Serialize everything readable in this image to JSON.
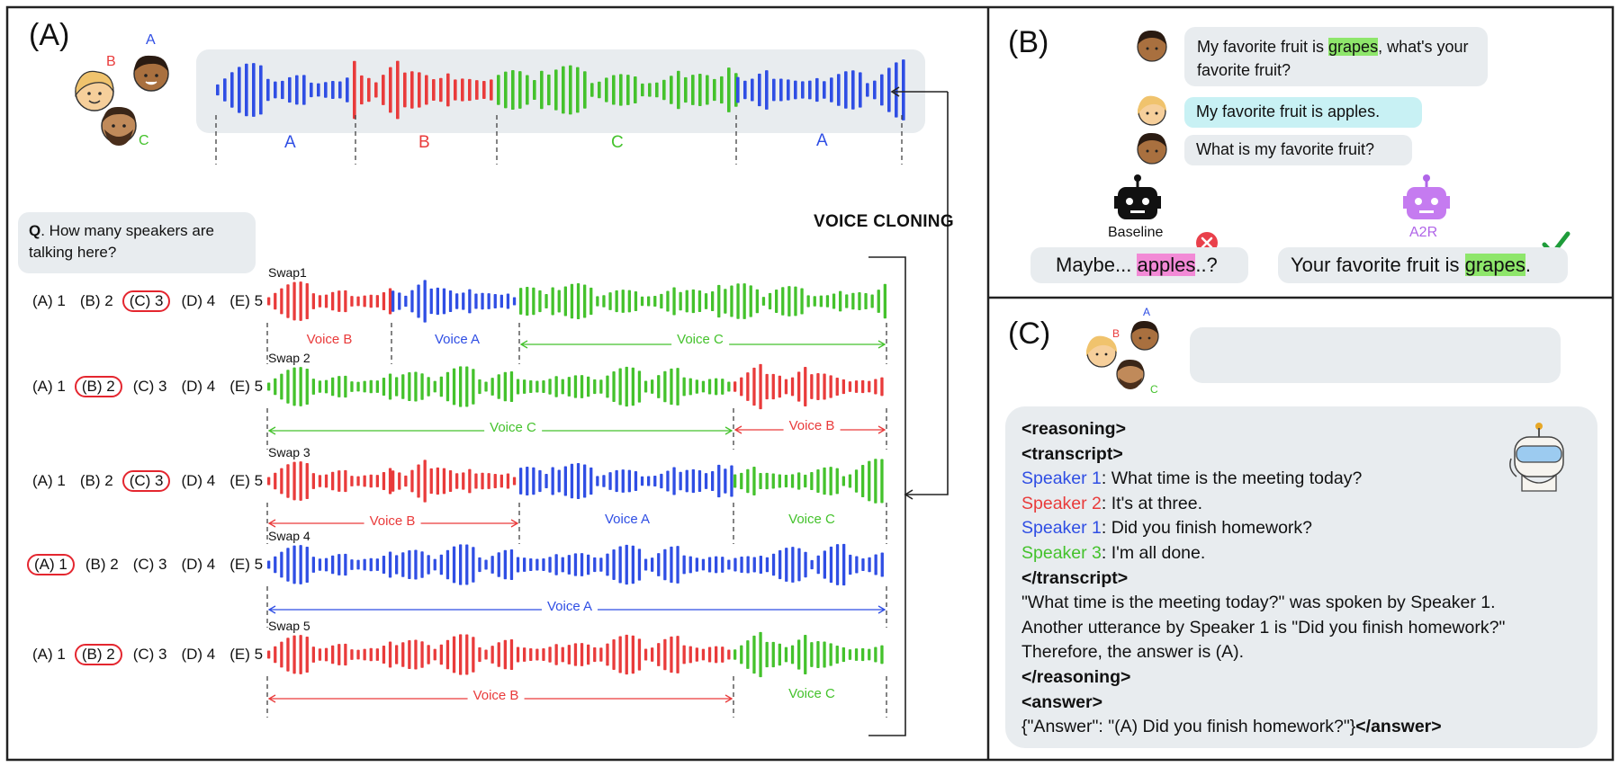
{
  "colors": {
    "A": "#2f4ee4",
    "B": "#e93b3b",
    "C": "#44c22c",
    "border": "#222222",
    "bubble": "#e8ecef",
    "select": "#e4262f"
  },
  "panel_a": {
    "label": "(A)",
    "speaker_letters": {
      "A": "A",
      "B": "B",
      "C": "C"
    },
    "top_labels": [
      "A",
      "B",
      "C",
      "A"
    ],
    "voice_cloning": "VOICE CLONING",
    "question": {
      "bold": "Q",
      "text": ". How many speakers are talking here?"
    },
    "swaps": [
      {
        "name": "Swap1",
        "options": [
          "(A) 1",
          "(B) 2",
          "(C) 3",
          "(D) 4",
          "(E) 5"
        ],
        "selected": 2,
        "segments": [
          "Voice B",
          "Voice A",
          "Voice C"
        ]
      },
      {
        "name": "Swap 2",
        "options": [
          "(A) 1",
          "(B) 2",
          "(C) 3",
          "(D) 4",
          "(E) 5"
        ],
        "selected": 1,
        "segments": [
          "Voice C",
          "Voice B"
        ]
      },
      {
        "name": "Swap 3",
        "options": [
          "(A) 1",
          "(B) 2",
          "(C) 3",
          "(D) 4",
          "(E) 5"
        ],
        "selected": 2,
        "segments": [
          "Voice B",
          "Voice A",
          "Voice C"
        ]
      },
      {
        "name": "Swap 4",
        "options": [
          "(A) 1",
          "(B) 2",
          "(C) 3",
          "(D) 4",
          "(E) 5"
        ],
        "selected": 0,
        "segments": [
          "Voice A"
        ]
      },
      {
        "name": "Swap 5",
        "options": [
          "(A) 1",
          "(B) 2",
          "(C) 3",
          "(D) 4",
          "(E) 5"
        ],
        "selected": 1,
        "segments": [
          "Voice B",
          "Voice C"
        ]
      }
    ]
  },
  "panel_b": {
    "label": "(B)",
    "msg1": {
      "pre": "My favorite fruit is ",
      "hl": "grapes",
      "post": ", what's your favorite fruit?"
    },
    "msg2": "My favorite fruit is apples.",
    "msg3": "What is my favorite fruit?",
    "baseline_label": "Baseline",
    "a2r_label": "A2R",
    "baseline_answer": {
      "pre": "Maybe... ",
      "hl": "apples",
      "post": "..?"
    },
    "a2r_answer": {
      "pre": "Your favorite fruit is ",
      "hl": "grapes",
      "post": "."
    }
  },
  "panel_c": {
    "label": "(C)",
    "speaker_letters": {
      "A": "A",
      "B": "B",
      "C": "C"
    },
    "reasoning_open": "<reasoning>",
    "transcript_open": "<transcript>",
    "lines": [
      {
        "speaker": "Speaker 1",
        "color": "A",
        "text": ": What time is the meeting today?"
      },
      {
        "speaker": "Speaker 2",
        "color": "B",
        "text": ": It's at three."
      },
      {
        "speaker": "Speaker 1",
        "color": "A",
        "text": ": Did you finish homework?"
      },
      {
        "speaker": "Speaker 3",
        "color": "C",
        "text": ": I'm all done."
      }
    ],
    "transcript_close": "</transcript>",
    "reasoning_text": [
      "\"What time is the meeting today?\" was spoken by Speaker 1.",
      "Another utterance by Speaker 1 is \"Did you finish homework?\"",
      "Therefore, the answer is (A)."
    ],
    "reasoning_close": "</reasoning>",
    "answer_open": "<answer>",
    "answer_body": "{\"Answer\": \"(A) Did you finish homework?\"}",
    "answer_close": "</answer>"
  }
}
